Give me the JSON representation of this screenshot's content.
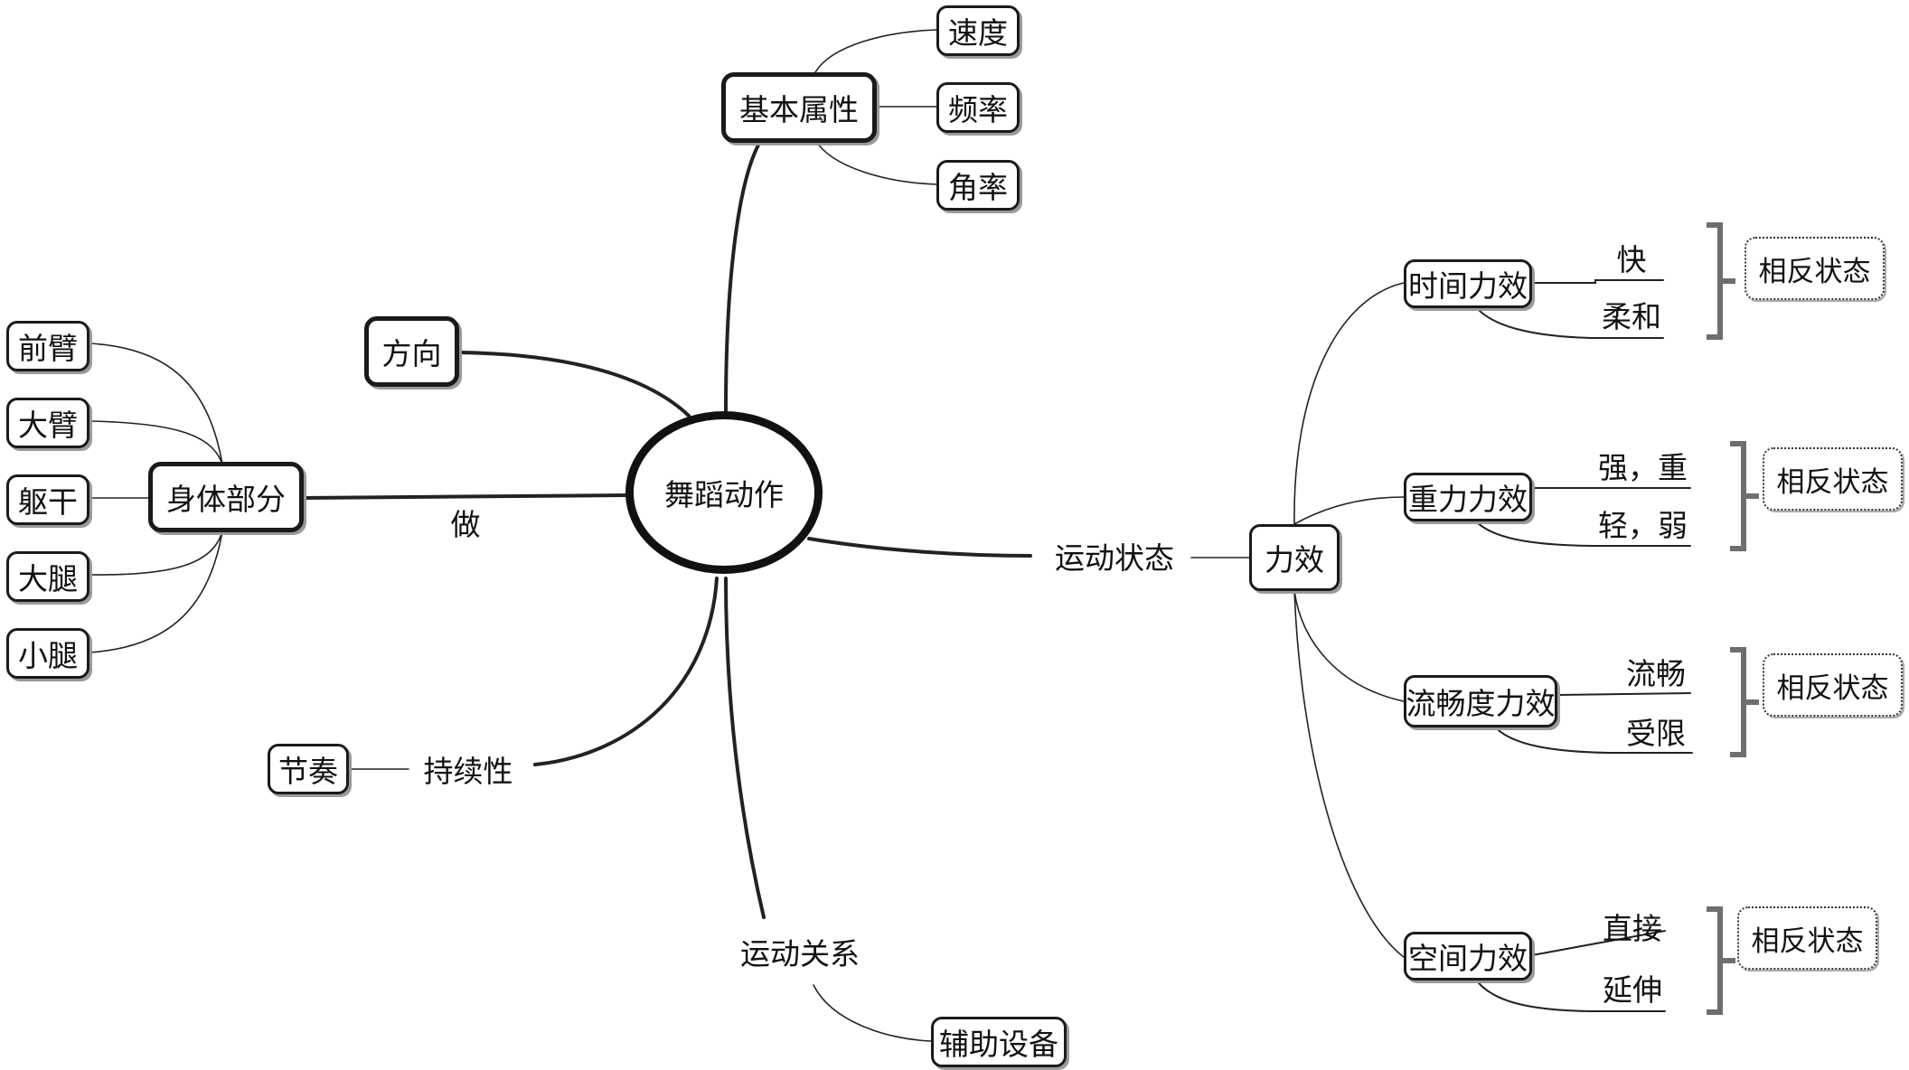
{
  "center": "舞蹈动作",
  "do_label": "做",
  "body": {
    "title": "身体部分",
    "parts": [
      "前臂",
      "大臂",
      "躯干",
      "大腿",
      "小腿"
    ]
  },
  "direction": "方向",
  "basic": {
    "title": "基本属性",
    "items": [
      "速度",
      "频率",
      "角率"
    ]
  },
  "duration": {
    "title": "持续性",
    "item": "节奏"
  },
  "relation": {
    "title": "运动关系",
    "item": "辅助设备"
  },
  "motion_label": "运动状态",
  "effort": {
    "title": "力效",
    "groups": [
      {
        "name": "时间力效",
        "pair": [
          "快",
          "柔和"
        ],
        "note": "相反状态"
      },
      {
        "name": "重力力效",
        "pair": [
          "强，重",
          "轻，弱"
        ],
        "note": "相反状态"
      },
      {
        "name": "流畅度力效",
        "pair": [
          "流畅",
          "受限"
        ],
        "note": "相反状态"
      },
      {
        "name": "空间力效",
        "pair": [
          "直接",
          "延伸"
        ],
        "note": "相反状态"
      }
    ]
  }
}
